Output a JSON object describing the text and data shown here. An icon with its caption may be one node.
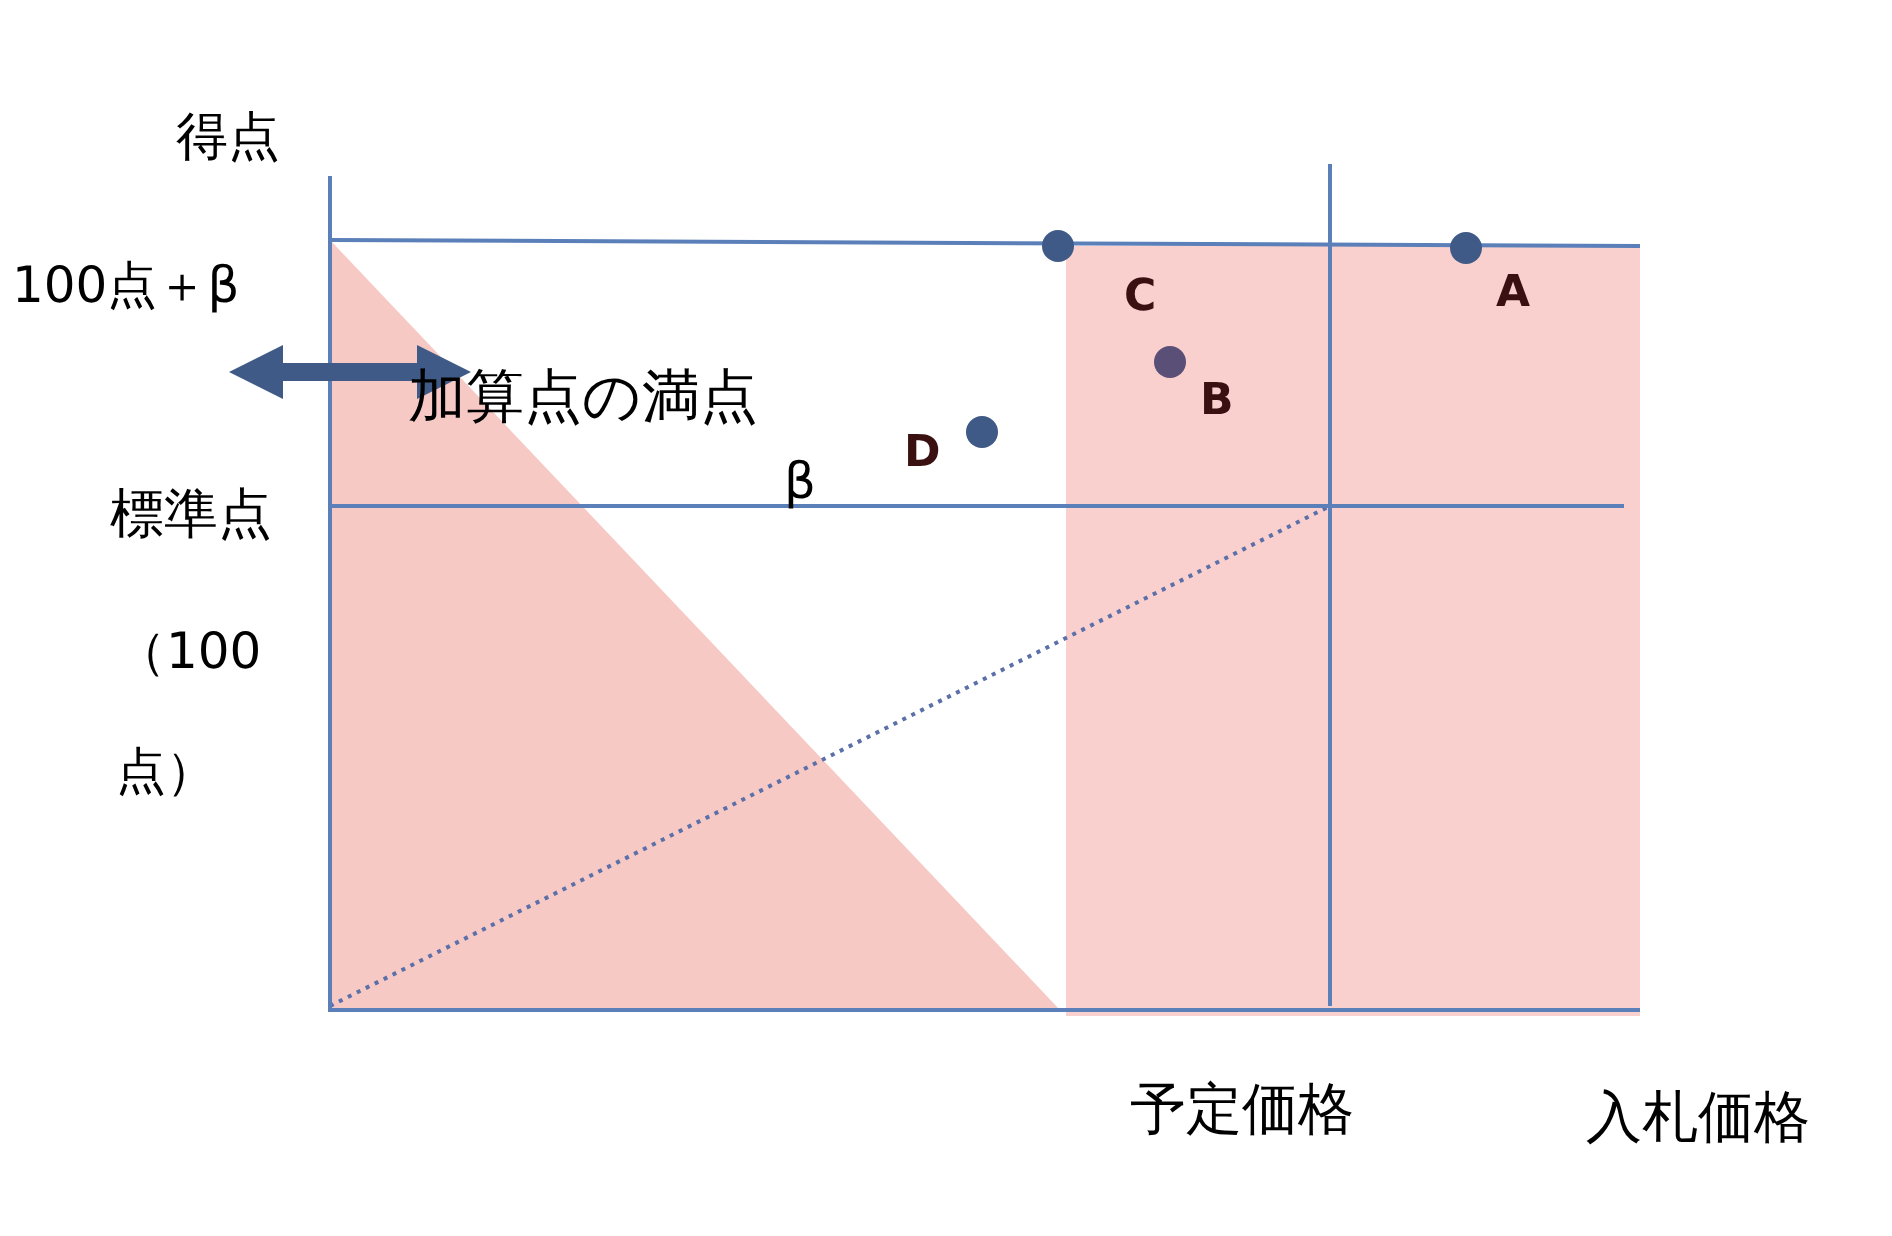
{
  "diagram": {
    "labels": [
      "得点",
      "100点＋β",
      "加算点の満点",
      "標準点",
      "（100点）",
      "β",
      "C",
      "A",
      "B",
      "D",
      "予定価格",
      "入札価格"
    ]
  }
}
